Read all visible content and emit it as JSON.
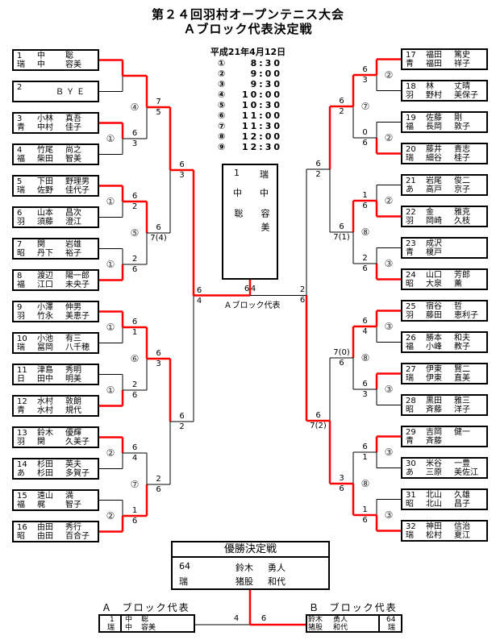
{
  "header": {
    "title": "第２４回羽村オープンテニス大会",
    "subtitle": "Ａブロック代表決定戦",
    "date": "平成21年4月12日"
  },
  "schedule": [
    {
      "mark": "①",
      "time": "8:30"
    },
    {
      "mark": "②",
      "time": "9:00"
    },
    {
      "mark": "③",
      "time": "9:30"
    },
    {
      "mark": "④",
      "time": "10:00"
    },
    {
      "mark": "⑤",
      "time": "10:30"
    },
    {
      "mark": "⑥",
      "time": "11:00"
    },
    {
      "mark": "⑦",
      "time": "11:30"
    },
    {
      "mark": "⑧",
      "time": "12:00"
    },
    {
      "mark": "⑨",
      "time": "12:30"
    }
  ],
  "players": [
    {
      "no": "1",
      "club": "瑞",
      "a": [
        "中",
        "聡"
      ],
      "b": [
        "中",
        "容美"
      ]
    },
    {
      "no": "2",
      "bye": "ＢＹＥ"
    },
    {
      "no": "3",
      "club": "青",
      "a": [
        "小林",
        "真吾"
      ],
      "b": [
        "中村",
        "佳子"
      ]
    },
    {
      "no": "4",
      "club": "福",
      "a": [
        "竹尾",
        "尚之"
      ],
      "b": [
        "柴田",
        "智美"
      ]
    },
    {
      "no": "5",
      "club": "瑞",
      "a": [
        "下田",
        "野理男"
      ],
      "b": [
        "佐野",
        "佳代子"
      ]
    },
    {
      "no": "6",
      "club": "羽",
      "a": [
        "山本",
        "昌次"
      ],
      "b": [
        "須藤",
        "澄江"
      ]
    },
    {
      "no": "7",
      "club": "昭",
      "a": [
        "関",
        "岩雄"
      ],
      "b": [
        "丹下",
        "裕子"
      ]
    },
    {
      "no": "8",
      "club": "福",
      "a": [
        "渡辺",
        "陽一郎"
      ],
      "b": [
        "江口",
        "未央子"
      ]
    },
    {
      "no": "9",
      "club": "羽",
      "a": [
        "小澤",
        "伸男"
      ],
      "b": [
        "竹永",
        "美恵子"
      ]
    },
    {
      "no": "10",
      "club": "瑞",
      "a": [
        "小池",
        "有三"
      ],
      "b": [
        "冨岡",
        "八千穂"
      ]
    },
    {
      "no": "11",
      "club": "日",
      "a": [
        "津島",
        "秀明"
      ],
      "b": [
        "田中",
        "明美"
      ]
    },
    {
      "no": "12",
      "club": "青",
      "a": [
        "水村",
        "敦朗"
      ],
      "b": [
        "水村",
        "規代"
      ]
    },
    {
      "no": "13",
      "club": "羽",
      "a": [
        "鈴木",
        "優輝"
      ],
      "b": [
        "関",
        "久美子"
      ]
    },
    {
      "no": "14",
      "club": "あ",
      "a": [
        "杉田",
        "英夫"
      ],
      "b": [
        "杉田",
        "多賀子"
      ]
    },
    {
      "no": "15",
      "club": "福",
      "a": [
        "遠山",
        "満"
      ],
      "b": [
        "梶",
        "智子"
      ]
    },
    {
      "no": "16",
      "club": "昭",
      "a": [
        "由田",
        "秀行"
      ],
      "b": [
        "由田",
        "百合子"
      ]
    },
    {
      "no": "17",
      "club": "青",
      "a": [
        "福田",
        "篤史"
      ],
      "b": [
        "福田",
        "祥子"
      ]
    },
    {
      "no": "18",
      "club": "羽",
      "a": [
        "林",
        "丈晴"
      ],
      "b": [
        "野村",
        "美保子"
      ]
    },
    {
      "no": "19",
      "club": "福",
      "a": [
        "佐藤",
        "剛"
      ],
      "b": [
        "長岡",
        "敦子"
      ]
    },
    {
      "no": "20",
      "club": "瑞",
      "a": [
        "藤井",
        "貴志"
      ],
      "b": [
        "細谷",
        "桂子"
      ]
    },
    {
      "no": "21",
      "club": "あ",
      "a": [
        "岩尾",
        "俊二"
      ],
      "b": [
        "高戸",
        "京子"
      ]
    },
    {
      "no": "22",
      "club": "羽",
      "a": [
        "金",
        "雅克"
      ],
      "b": [
        "岡崎",
        "久枝"
      ]
    },
    {
      "no": "23",
      "club": "青",
      "a": [
        "成沢",
        ""
      ],
      "b": [
        "榎戸",
        ""
      ]
    },
    {
      "no": "24",
      "club": "昭",
      "a": [
        "山口",
        "芳郎"
      ],
      "b": [
        "大泉",
        "薫"
      ]
    },
    {
      "no": "25",
      "club": "羽",
      "a": [
        "宿谷",
        "哲"
      ],
      "b": [
        "藤田",
        "恵利子"
      ]
    },
    {
      "no": "26",
      "club": "福",
      "a": [
        "勝本",
        "和夫"
      ],
      "b": [
        "小峰",
        "教子"
      ]
    },
    {
      "no": "27",
      "club": "瑞",
      "a": [
        "伊東",
        "賢二"
      ],
      "b": [
        "伊東",
        "直美"
      ]
    },
    {
      "no": "28",
      "club": "昭",
      "a": [
        "黒田",
        "雅三"
      ],
      "b": [
        "斉藤",
        "洋子"
      ]
    },
    {
      "no": "29",
      "club": "青",
      "a": [
        "吉岡",
        "健一"
      ],
      "b": [
        "斉藤",
        ""
      ]
    },
    {
      "no": "30",
      "club": "あ",
      "a": [
        "米谷",
        "一豊"
      ],
      "b": [
        "三原",
        "美佐江"
      ]
    },
    {
      "no": "31",
      "club": "昭",
      "a": [
        "北山",
        "久雄"
      ],
      "b": [
        "北山",
        "昌子"
      ]
    },
    {
      "no": "32",
      "club": "瑞",
      "a": [
        "神田",
        "信治"
      ],
      "b": [
        "松村",
        "夏江"
      ]
    }
  ],
  "left_rounds": [
    [
      {
        "winner": "upper",
        "scores": null,
        "slot": ""
      },
      {
        "winner": "upper",
        "scores": [
          "6",
          "3"
        ],
        "slot": "①"
      },
      {
        "winner": "upper",
        "scores": [
          "6",
          "2"
        ],
        "slot": "①"
      },
      {
        "winner": "lower",
        "scores": [
          "2",
          "6"
        ],
        "slot": "①"
      },
      {
        "winner": "upper",
        "scores": [
          "6",
          "1"
        ],
        "slot": "①"
      },
      {
        "winner": "lower",
        "scores": [
          "2",
          "6"
        ],
        "slot": "①"
      },
      {
        "winner": "upper",
        "scores": [
          "6",
          "4"
        ],
        "slot": "②"
      },
      {
        "winner": "lower",
        "scores": [
          "1",
          "6"
        ],
        "slot": "②"
      }
    ],
    [
      {
        "winner": "upper",
        "scores": [
          "7",
          "5"
        ],
        "slot": "④"
      },
      {
        "winner": "upper",
        "scores": [
          "6",
          "7(4)"
        ],
        "slot": "⑤"
      },
      {
        "winner": "upper",
        "scores": [
          "6",
          "3"
        ],
        "slot": "⑥"
      },
      {
        "winner": "lower",
        "scores": [
          "2",
          "6"
        ],
        "slot": "⑦"
      }
    ],
    [
      {
        "winner": "upper",
        "scores": [
          "6",
          "3"
        ],
        "slot": ""
      },
      {
        "winner": "upper",
        "scores": [
          "6",
          "2"
        ],
        "slot": ""
      }
    ],
    [
      {
        "winner": "upper",
        "scores": [
          "6",
          "4"
        ],
        "slot": ""
      }
    ]
  ],
  "right_rounds": [
    [
      {
        "winner": "upper",
        "scores": [
          "6",
          "3"
        ],
        "slot": "②"
      },
      {
        "winner": "lower",
        "scores": [
          "0",
          "6"
        ],
        "slot": "②"
      },
      {
        "winner": "lower",
        "scores": [
          "1",
          "6"
        ],
        "slot": "②"
      },
      {
        "winner": "lower",
        "scores": [
          "2",
          "6"
        ],
        "slot": "③"
      },
      {
        "winner": "upper",
        "scores": [
          "6",
          "4"
        ],
        "slot": "③"
      },
      {
        "winner": "upper",
        "scores": [
          "6",
          "3"
        ],
        "slot": "③"
      },
      {
        "winner": "upper",
        "scores": [
          "6",
          "1"
        ],
        "slot": "③"
      },
      {
        "winner": "lower",
        "scores": [
          "1",
          "6"
        ],
        "slot": "③"
      }
    ],
    [
      {
        "winner": "upper",
        "scores": [
          "6",
          "2"
        ],
        "slot": "⑦"
      },
      {
        "winner": "upper",
        "scores": [
          "6",
          "7(1)"
        ],
        "slot": "⑧"
      },
      {
        "winner": "upper",
        "scores": [
          "7(0)",
          "6"
        ],
        "slot": "⑧"
      },
      {
        "winner": "lower",
        "scores": [
          "3",
          "6"
        ],
        "slot": "⑧"
      }
    ],
    [
      {
        "winner": "upper",
        "scores": [
          "6",
          "2"
        ],
        "slot": ""
      },
      {
        "winner": "lower",
        "scores": [
          "6",
          "7(2)"
        ],
        "slot": ""
      }
    ],
    [
      {
        "winner": "lower",
        "scores": [
          "2",
          "6"
        ],
        "slot": ""
      }
    ]
  ],
  "block_final": {
    "scores": [
      "6",
      "4"
    ],
    "label": "Ａブロック代表",
    "winner": {
      "no": "1",
      "club": "瑞",
      "a": [
        "中",
        "聡"
      ],
      "b": [
        "中",
        "容美"
      ]
    }
  },
  "championship": {
    "title": "優勝決定戦",
    "no": "64",
    "club": "瑞",
    "a": [
      "鈴木",
      "勇人"
    ],
    "b": [
      "猪股",
      "和代"
    ],
    "a_rep": {
      "label_letter": "Ａ",
      "label": "ブロック代表",
      "no": "1",
      "club": "瑞",
      "a": [
        "中",
        "聡"
      ],
      "b": [
        "中",
        "容美"
      ]
    },
    "b_rep": {
      "label_letter": "Ｂ",
      "label": "ブロック代表",
      "no": "64",
      "club": "瑞",
      "a": [
        "鈴木",
        "勇人"
      ],
      "b": [
        "猪股",
        "和代"
      ]
    },
    "scores": [
      "4",
      "6"
    ]
  },
  "colors": {
    "winner_line": "#ff0000",
    "line": "#000000"
  }
}
